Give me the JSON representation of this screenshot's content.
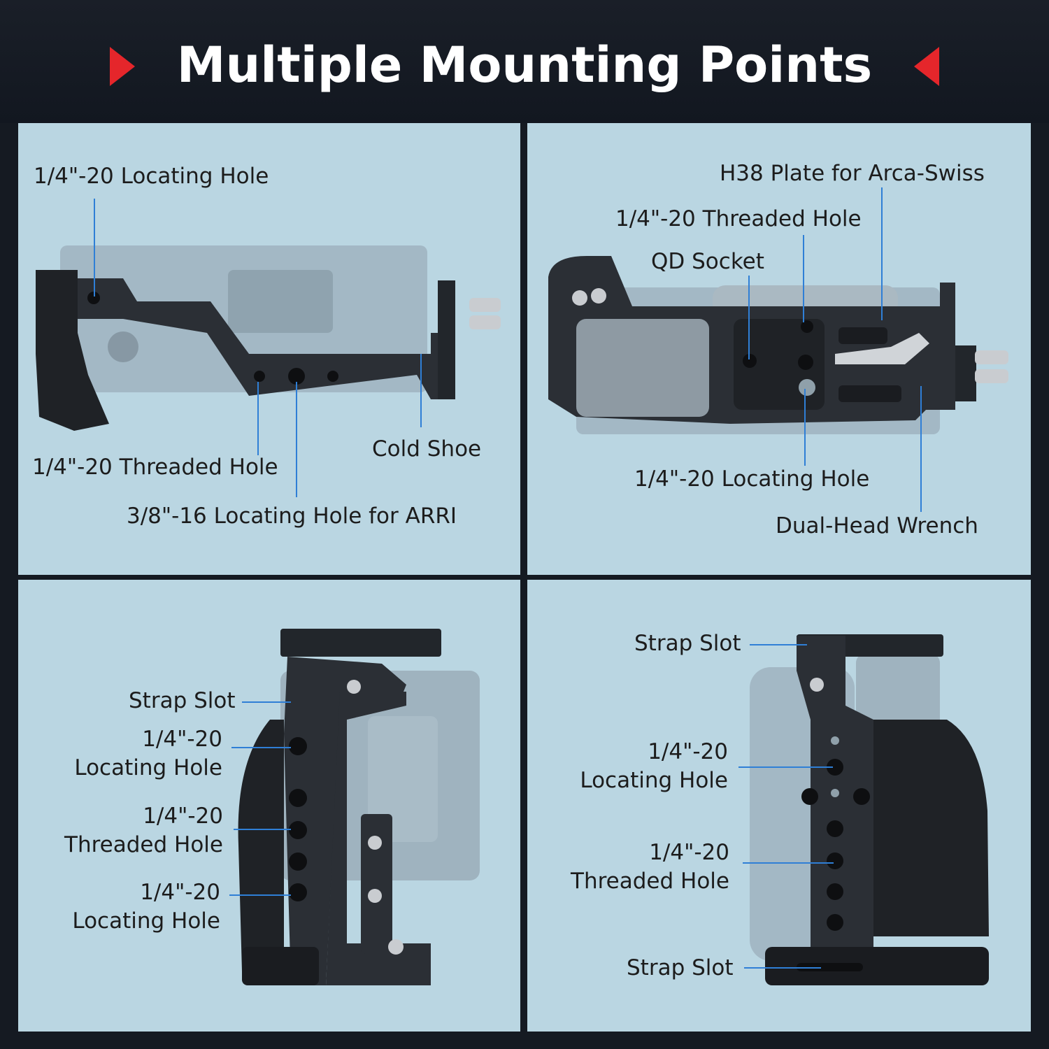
{
  "header": {
    "title": "Multiple Mounting Points",
    "accent_color": "#e5262b",
    "left_icon": "play-triangle-icon",
    "right_icon": "reverse-triangle-icon"
  },
  "panels": {
    "top_left": {
      "view": "top view",
      "labels": {
        "locating_hole": "1/4\"-20 Locating Hole",
        "threaded_hole": "1/4\"-20 Threaded Hole",
        "cold_shoe": "Cold Shoe",
        "arri_hole": "3/8\"-16 Locating Hole for ARRI"
      }
    },
    "top_right": {
      "view": "bottom view",
      "labels": {
        "h38_plate": "H38 Plate for Arca-Swiss",
        "threaded_hole": "1/4\"-20 Threaded Hole",
        "qd_socket": "QD Socket",
        "locating_hole": "1/4\"-20 Locating Hole",
        "wrench": "Dual-Head Wrench"
      }
    },
    "bottom_left": {
      "view": "left side view",
      "labels": {
        "strap_slot": "Strap Slot",
        "locating_hole_1_a": "1/4\"-20",
        "locating_hole_1_b": "Locating Hole",
        "threaded_hole_a": "1/4\"-20",
        "threaded_hole_b": "Threaded Hole",
        "locating_hole_2_a": "1/4\"-20",
        "locating_hole_2_b": "Locating Hole"
      }
    },
    "bottom_right": {
      "view": "right side view",
      "labels": {
        "strap_slot_top": "Strap Slot",
        "locating_hole_a": "1/4\"-20",
        "locating_hole_b": "Locating Hole",
        "threaded_hole_a": "1/4\"-20",
        "threaded_hole_b": "Threaded Hole",
        "strap_slot_bottom": "Strap Slot"
      }
    }
  }
}
